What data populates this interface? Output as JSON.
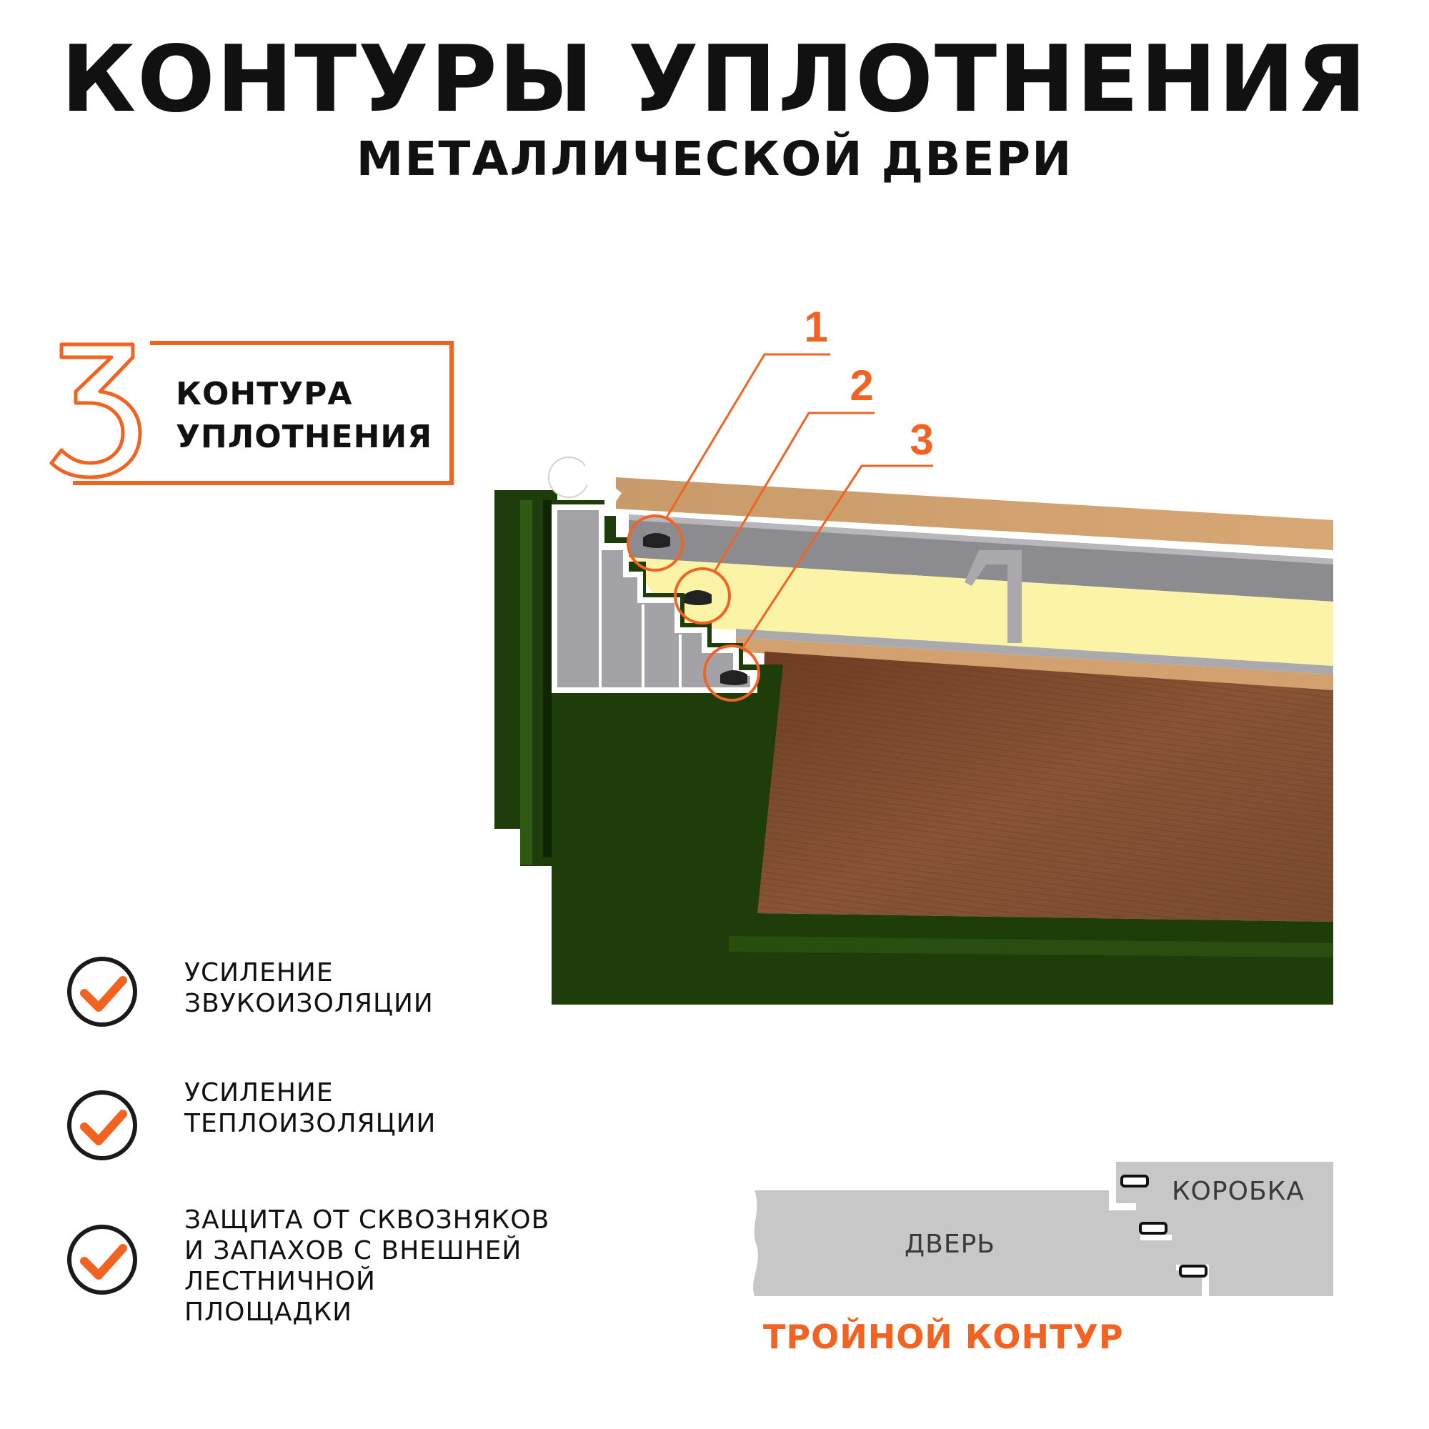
{
  "header": {
    "title": "КОНТУРЫ УПЛОТНЕНИЯ",
    "subtitle": "МЕТАЛЛИЧЕСКОЙ ДВЕРИ"
  },
  "badge": {
    "number": "3",
    "line1": "КОНТУРА",
    "line2": "УПЛОТНЕНИЯ"
  },
  "callouts": [
    "1",
    "2",
    "3"
  ],
  "features": [
    {
      "line1": "УСИЛЕНИЕ",
      "line2": "ЗВУКОИЗОЛЯЦИИ"
    },
    {
      "line1": "УСИЛЕНИЕ",
      "line2": "ТЕПЛОИЗОЛЯЦИИ"
    },
    {
      "line1": "ЗАЩИТА ОТ СКВОЗНЯКОВ",
      "line2": "И ЗАПАХОВ С ВНЕШНЕЙ",
      "line3": "ЛЕСТНИЧНОЙ",
      "line4": "ПЛОЩАДКИ"
    }
  ],
  "scheme": {
    "door_label": "ДВЕРЬ",
    "frame_label": "КОРОБКА",
    "caption": "ТРОЙНОЙ КОНТУР"
  },
  "colors": {
    "accent": "#f26322",
    "frame_green": "#1e3d0a",
    "wood": "#7a4a2c",
    "insulation": "#fbf3a6",
    "steel": "#8a8a8e",
    "scheme_gray": "#c7c7c7"
  }
}
